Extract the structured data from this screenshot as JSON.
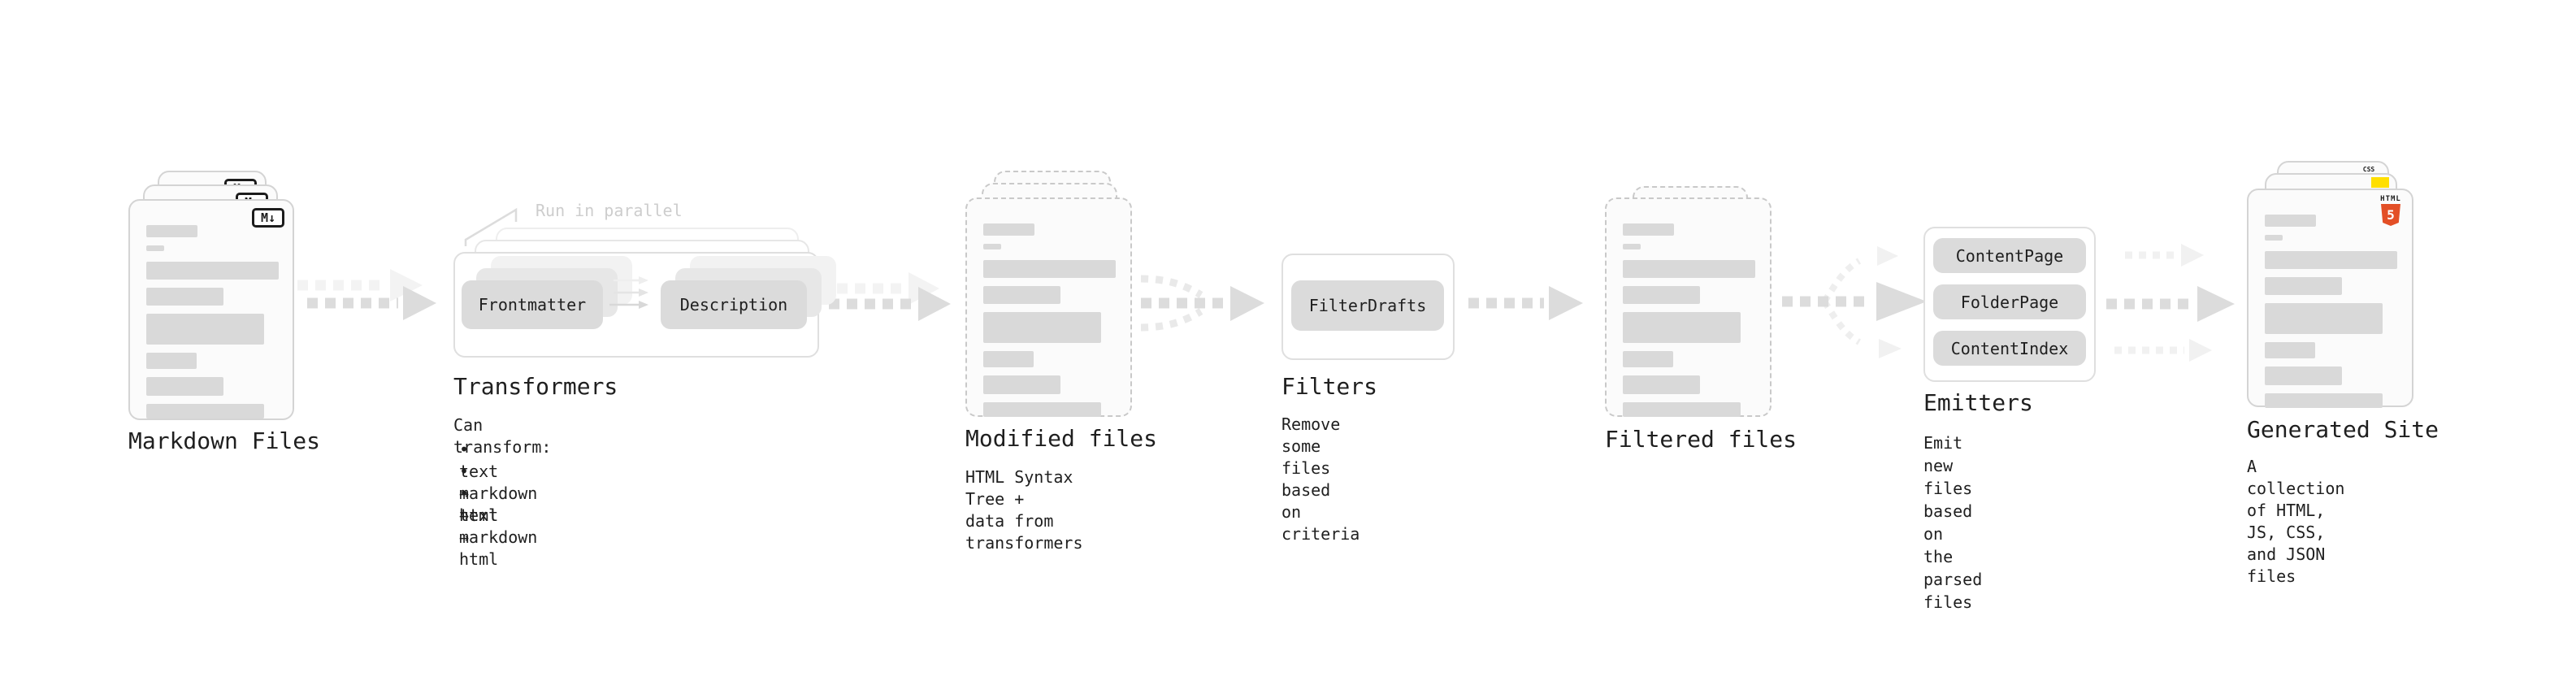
{
  "stages": {
    "markdown": {
      "label": "Markdown Files"
    },
    "transformers": {
      "label": "Transformers",
      "annotation": "Run in parallel",
      "nodes": {
        "frontmatter": "Frontmatter",
        "description": "Description"
      },
      "desc_title": "Can transform:",
      "bullets": [
        "• text → text",
        "• markdown → markdown",
        "• html → html"
      ]
    },
    "modified": {
      "label": "Modified files",
      "desc": "HTML Syntax Tree +\ndata from transformers"
    },
    "filters": {
      "label": "Filters",
      "node": "FilterDrafts",
      "desc": "Remove some files based\non criteria"
    },
    "filtered": {
      "label": "Filtered files"
    },
    "emitters": {
      "label": "Emitters",
      "nodes": {
        "content_page": "ContentPage",
        "folder_page": "FolderPage",
        "content_index": "ContentIndex"
      },
      "desc": "Emit new files based on\nthe parsed files"
    },
    "generated": {
      "label": "Generated Site",
      "desc": "A collection of HTML,\nJS, CSS, and JSON files"
    }
  },
  "icons": {
    "markdown": {
      "text": "M↓"
    },
    "html5": {
      "label": "HTML",
      "number": "5",
      "color": "#e34f26"
    },
    "js": {
      "color": "#ffdf00"
    },
    "css": {
      "text": "CSS",
      "underline_color": "#2f6cf0"
    }
  },
  "colors": {
    "background": "#ffffff",
    "text": "#1f1f1f",
    "doc_border": "#d4d4d4",
    "dashed_border": "#c9c9c9",
    "content_bar": "#d9d9d9",
    "node_button": "#dbdbdb",
    "arrow": "#dcdcdc",
    "arrow_faint": "#f1f1f1",
    "annotation": "#cdcdcd"
  }
}
